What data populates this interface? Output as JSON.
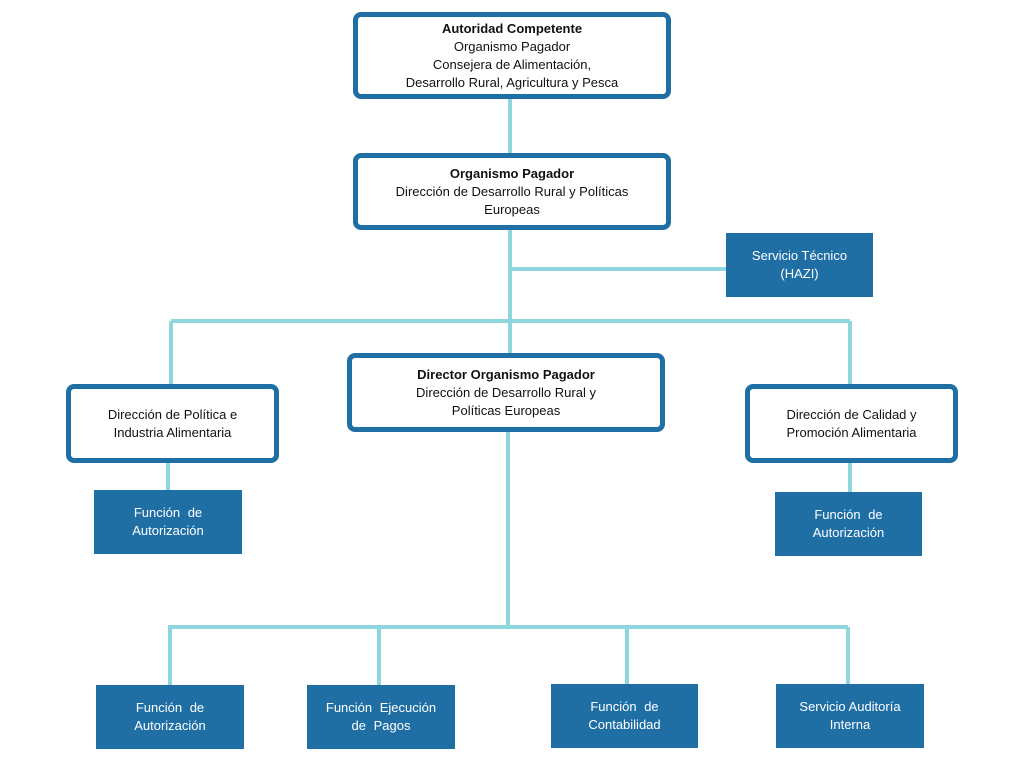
{
  "colors": {
    "box_border": "#1f6fa5",
    "box_fill": "#1f6fa5",
    "connector": "#8fd6de"
  },
  "nodes": {
    "autoridad": {
      "title": "Autoridad Competente",
      "lines": [
        "Organismo Pagador",
        "Consejera de Alimentación,",
        "Desarrollo Rural, Agricultura y Pesca"
      ]
    },
    "organismo": {
      "title": "Organismo Pagador",
      "lines": [
        "Dirección de Desarrollo Rural y Políticas",
        "Europeas"
      ]
    },
    "servicio_tecnico": {
      "lines": [
        "Servicio Técnico",
        "(HAZI)"
      ]
    },
    "director": {
      "title": "Director Organismo Pagador",
      "lines": [
        "Dirección de Desarrollo Rural y",
        "Políticas Europeas"
      ]
    },
    "politica": {
      "lines": [
        "Dirección de Política e",
        "Industria Alimentaria"
      ]
    },
    "calidad": {
      "lines": [
        "Dirección de Calidad y",
        "Promoción Alimentaria"
      ]
    },
    "func_left": {
      "lines": [
        "Función  de",
        "Autorización"
      ]
    },
    "func_right": {
      "lines": [
        "Función  de",
        "Autorización"
      ]
    },
    "bottom": [
      {
        "lines": [
          "Función  de",
          "Autorización"
        ]
      },
      {
        "lines": [
          "Función  Ejecución",
          "de Pagos"
        ]
      },
      {
        "lines": [
          "Función  de",
          "Contabilidad"
        ]
      },
      {
        "lines": [
          "Servicio Auditoría",
          "Interna"
        ]
      }
    ]
  }
}
